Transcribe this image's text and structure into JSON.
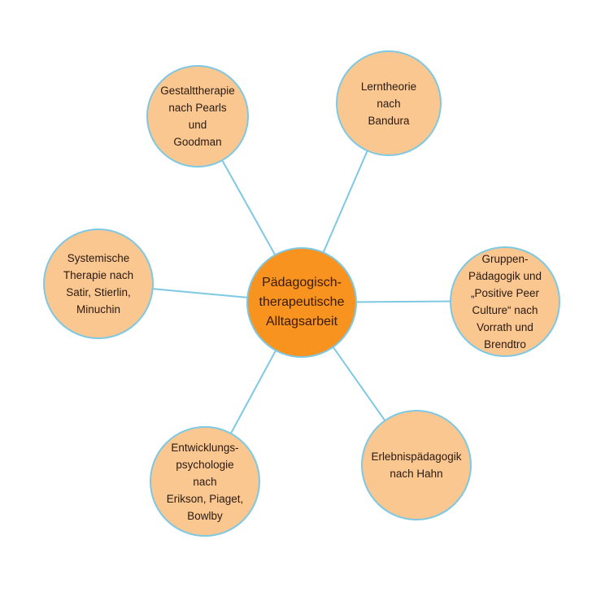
{
  "colors": {
    "center_fill": "#f7931e",
    "node_fill": "#fac791",
    "stroke": "#7ec8e3",
    "line": "#7ec8e3"
  },
  "center": {
    "lines": [
      "Pädagogisch-",
      "therapeutische",
      "Alltagsarbeit"
    ]
  },
  "nodes": [
    {
      "id": "gestalt",
      "lines": [
        "Gestalttherapie",
        "nach Pearls und",
        "Goodman"
      ]
    },
    {
      "id": "lerntheorie",
      "lines": [
        "Lerntheorie nach",
        "Bandura"
      ]
    },
    {
      "id": "systemische",
      "lines": [
        "Systemische",
        "Therapie nach",
        "Satir, Stierlin,",
        "Minuchin"
      ]
    },
    {
      "id": "gruppen",
      "lines": [
        "Gruppen-",
        "Pädagogik und",
        "„Positive Peer",
        "Culture“ nach",
        "Vorrath und",
        "Brendtro"
      ]
    },
    {
      "id": "entwicklung",
      "lines": [
        "Entwicklungs-",
        "psychologie nach",
        "Erikson, Piaget,",
        "Bowlby"
      ]
    },
    {
      "id": "erlebnis",
      "lines": [
        "Erlebnispädagogik",
        "nach Hahn"
      ]
    }
  ]
}
